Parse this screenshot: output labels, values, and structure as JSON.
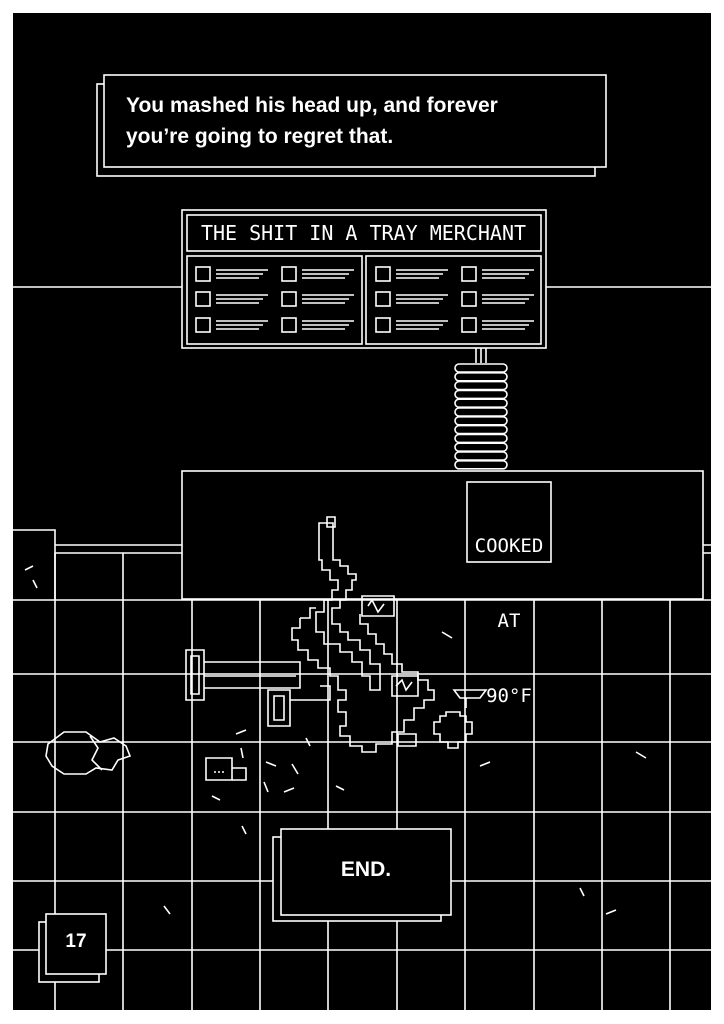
{
  "narration": {
    "line1": "You mashed his head up, and forever",
    "line2": "you’re going to regret that."
  },
  "menu_sign": {
    "title": "THE SHIT IN A TRAY MERCHANT",
    "item_count": 12
  },
  "counter_sign": {
    "line1": "COOKED",
    "line2": "AT",
    "line3": "90°F"
  },
  "end_label": "END.",
  "page_number": "17",
  "colors": {
    "background": "#000000",
    "line": "#ffffff",
    "border": "#ffffff"
  }
}
